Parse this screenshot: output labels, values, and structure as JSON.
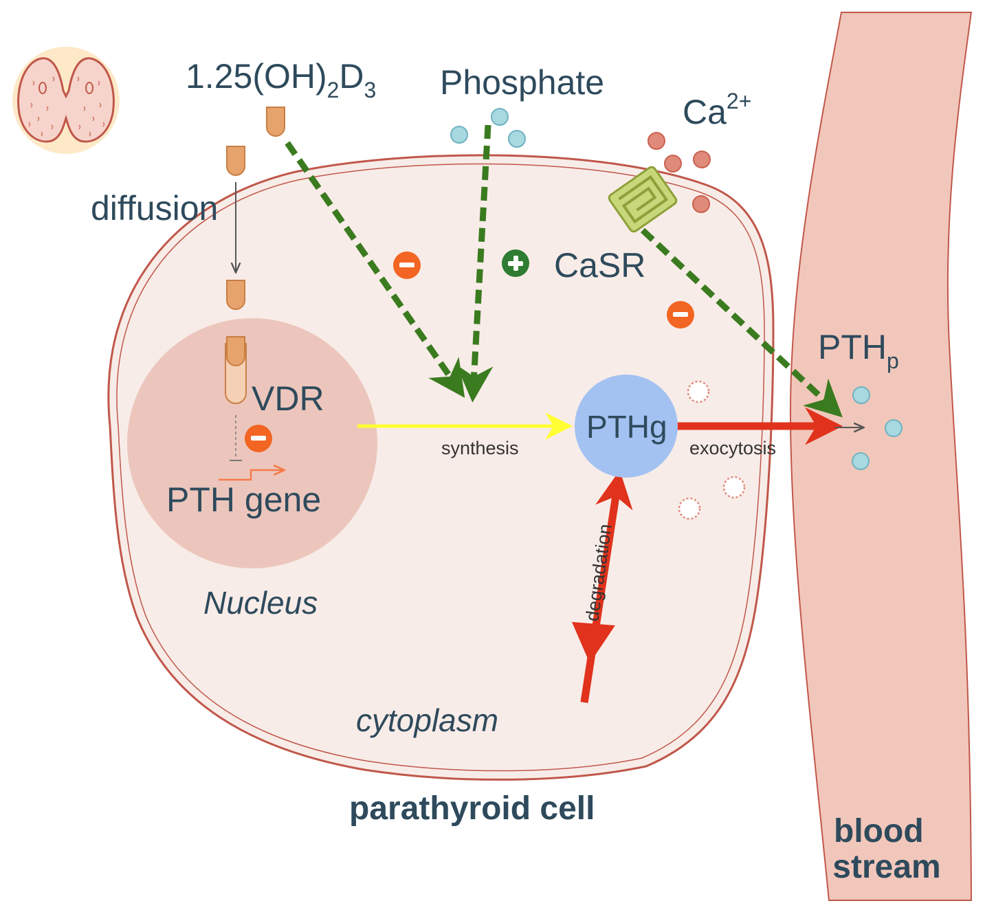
{
  "labels": {
    "vitamin_d_main": "1.25(OH)",
    "vitamin_d_sub1": "2",
    "vitamin_d_mid": "D",
    "vitamin_d_sub2": "3",
    "phosphate": "Phosphate",
    "calcium_main": "Ca",
    "calcium_sup": "2+",
    "diffusion": "diffusion",
    "casr": "CaSR",
    "vdr": "VDR",
    "pth_gene": "PTH gene",
    "nucleus": "Nucleus",
    "cytoplasm": "cytoplasm",
    "parathyroid_cell": "parathyroid cell",
    "synthesis": "synthesis",
    "pthg": "PTHg",
    "exocytosis": "exocytosis",
    "degradation": "degradation",
    "pthp_main": "PTH",
    "pthp_sub": "p",
    "blood_line1": "blood",
    "blood_line2": "stream"
  },
  "signs": {
    "minus": "−",
    "plus": "+"
  },
  "icons": {
    "thyroid": "thyroid-gland-icon",
    "receptor": "casr-receptor-icon"
  },
  "colors": {
    "cell_fill": "#f8ece8",
    "cell_border": "#c0574a",
    "nucleus_fill": "#ecc6bc",
    "blood_fill": "#f2c7bb",
    "text": "#2e4a5c",
    "green_arrow": "#3a7b1f",
    "red_arrow": "#e0321c",
    "yellow_arrow": "#ffff33",
    "pthg_fill": "#a3c2f2",
    "inhibit_badge": "#f26522",
    "stimulate_badge": "#2e7d32",
    "ligand": "#e6a36c",
    "phosphate_dot": "#a8d8e0",
    "calcium_dot": "#e08a7a",
    "receptor": "#c8d77a"
  }
}
